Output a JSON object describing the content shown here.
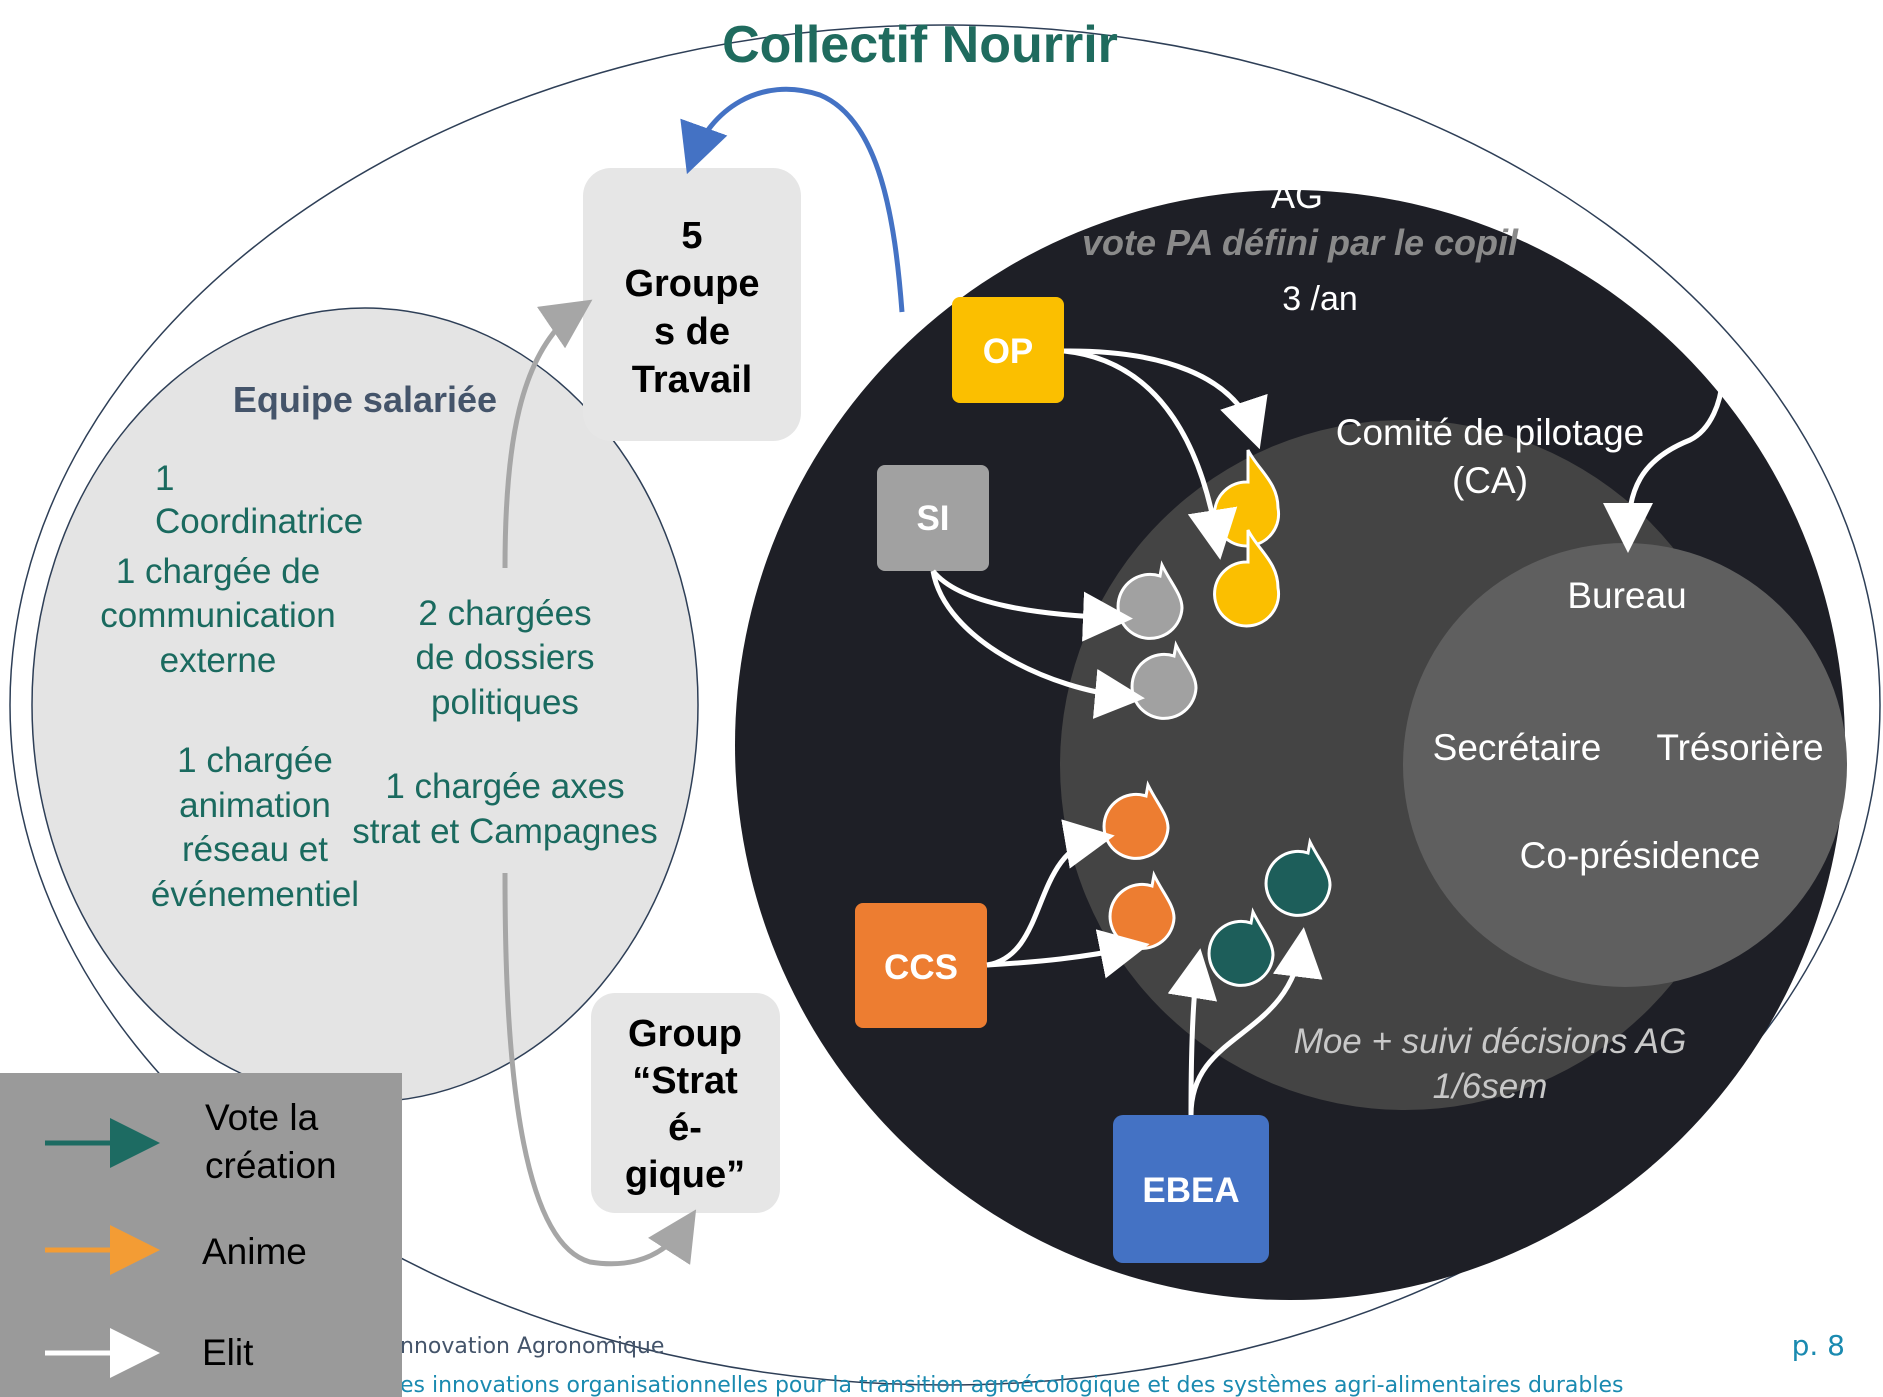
{
  "title": "Collectif Nourrir",
  "colors": {
    "title": "#1f6b5e",
    "teal_text": "#1a6a5f",
    "dark_circle": "#1e1f26",
    "copil_circle": "#444444",
    "bureau_circle": "#5f5f5f",
    "staff_circle": "#e4e4e4",
    "box_grey": "#e6e6e6",
    "op": "#fbbf00",
    "si": "#a1a1a1",
    "ccs": "#ed7d31",
    "ebea": "#4472c4",
    "teal_drop": "#1d5e5a",
    "arrow_blue": "#4472c4",
    "arrow_grey": "#a6a6a6",
    "legend_bg": "#9a9a9a"
  },
  "ag": {
    "label": "AG",
    "subtitle": "vote PA défini par le copil",
    "frequency": "3 /an"
  },
  "copil": {
    "label_line1": "Comité de pilotage",
    "label_line2": "(CA)",
    "note_line1": "Moe + suivi décisions AG",
    "note_line2": "1/6sem"
  },
  "bureau": {
    "label": "Bureau",
    "secretaire": "Secrétaire",
    "tresoriere": "Trésorière",
    "copresidence": "Co-présidence"
  },
  "members": {
    "op": "OP",
    "si": "SI",
    "ccs": "CCS",
    "ebea": "EBEA"
  },
  "staff": {
    "title": "Equipe salariée",
    "coordinatrice": [
      "1",
      "Coordinatrice"
    ],
    "communication": [
      "1 chargée de",
      "communication",
      "externe"
    ],
    "dossiers": [
      "2 chargées",
      "de dossiers",
      "politiques"
    ],
    "animation": [
      "1 chargée",
      "animation",
      "réseau et",
      "événementiel"
    ],
    "axes": [
      "1 chargée axes",
      "strat et  Campagnes"
    ]
  },
  "groups": {
    "travail": [
      "5",
      "Groupe",
      "s de",
      "Travail"
    ],
    "strategique": [
      "Group",
      "“Strat",
      "é-",
      "gique”"
    ]
  },
  "legend": {
    "vote": [
      "Vote la",
      "création"
    ],
    "anime": "Anime",
    "elit": "Elit"
  },
  "footer": {
    "line1": "nnovation Agronomique",
    "line2": "es innovations organisationnelles pour la transition agroécologique et des systèmes agri-alimentaires durables",
    "page": "p. 8"
  }
}
